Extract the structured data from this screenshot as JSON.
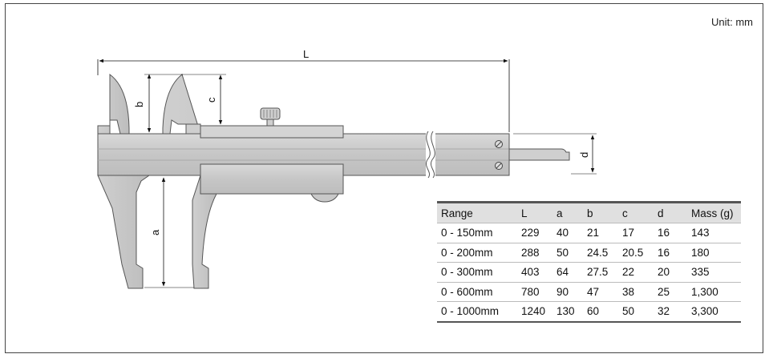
{
  "unit_note": "Unit: mm",
  "dimension_labels": {
    "L": "L",
    "a": "a",
    "b": "b",
    "c": "c",
    "d": "d"
  },
  "table": {
    "headers": [
      "Range",
      "L",
      "a",
      "b",
      "c",
      "d",
      "Mass (g)"
    ],
    "rows": [
      [
        "0 - 150mm",
        "229",
        "40",
        "21",
        "17",
        "16",
        "143"
      ],
      [
        "0 - 200mm",
        "288",
        "50",
        "24.5",
        "20.5",
        "16",
        "180"
      ],
      [
        "0 - 300mm",
        "403",
        "64",
        "27.5",
        "22",
        "20",
        "335"
      ],
      [
        "0 - 600mm",
        "780",
        "90",
        "47",
        "38",
        "25",
        "1,300"
      ],
      [
        "0 - 1000mm",
        "1240",
        "130",
        "60",
        "50",
        "32",
        "3,300"
      ]
    ]
  }
}
